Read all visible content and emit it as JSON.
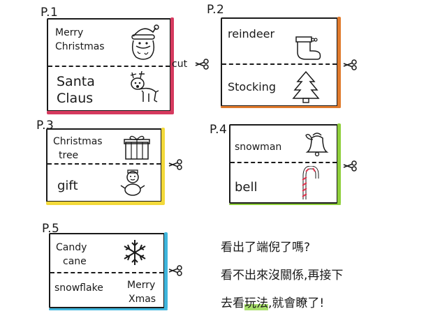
{
  "colors": {
    "p1": "#d63a5f",
    "p2": "#e07a2c",
    "p3": "#f3d93a",
    "p4": "#8fcf3b",
    "p5": "#3fb6dd",
    "highlight": "#a8e06b"
  },
  "cards": [
    {
      "page": "P.1",
      "top_line1": "Merry",
      "top_line2": "Christmas",
      "top_icon": "santa-icon",
      "bottom_line1": "Santa",
      "bottom_line2": "Claus",
      "bottom_icon": "reindeer-icon",
      "cut_text": "cut"
    },
    {
      "page": "P.2",
      "top_line1": "reindeer",
      "top_icon": "stocking-icon",
      "bottom_line1": "Stocking",
      "bottom_icon": "christmas-tree-icon"
    },
    {
      "page": "P.3",
      "top_line1": "Christmas",
      "top_line2": "tree",
      "top_icon": "gift-box-icon",
      "bottom_line1": "gift",
      "bottom_icon": "snowman-icon"
    },
    {
      "page": "P.4",
      "top_line1": "snowman",
      "top_icon": "bell-icon",
      "bottom_line1": "bell",
      "bottom_icon": "candy-cane-icon"
    },
    {
      "page": "P.5",
      "top_line1": "Candy",
      "top_line2": "cane",
      "top_icon": "snowflake-icon",
      "bottom_line1": "snowflake",
      "bottom_right_line1": "Merry",
      "bottom_right_line2": "Xmas"
    }
  ],
  "note": {
    "line1": "看出了端倪了嗎?",
    "line2": "看不出來沒關係,再接下",
    "line3_part1": "去看",
    "line3_highlight": "玩法",
    "line3_part2": ",就會瞭了!"
  }
}
